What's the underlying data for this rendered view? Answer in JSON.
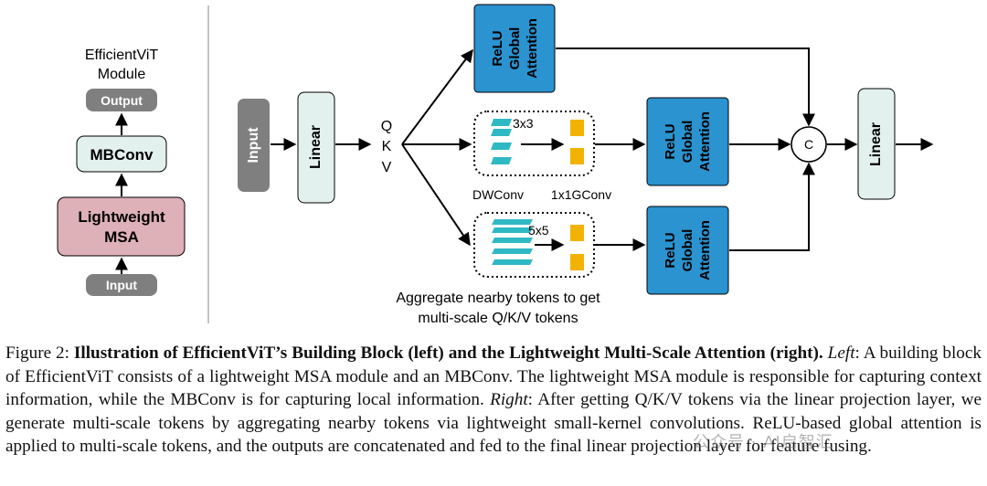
{
  "left_diagram": {
    "title_line1": "EfficientViT",
    "title_line2": "Module",
    "output_label": "Output",
    "mbconv_label": "MBConv",
    "msa_line1": "Lightweight",
    "msa_line2": "MSA",
    "input_label": "Input"
  },
  "right_diagram": {
    "input_label": "Input",
    "linear_label": "Linear",
    "q_label": "Q",
    "k_label": "K",
    "v_label": "V",
    "attention_line1": "ReLU",
    "attention_line2": "Global",
    "attention_line3": "Attention",
    "kernel_3x3": "3x3",
    "kernel_5x5": "5x5",
    "dwconv_label": "DWConv",
    "gconv_label": "1x1GConv",
    "concat_label": "C",
    "final_linear_label": "Linear",
    "aggregate_line1": "Aggregate nearby tokens to get",
    "aggregate_line2": "multi-scale Q/K/V tokens"
  },
  "colors": {
    "gray_box": "#7f7f7f",
    "mbconv_fill": "#e3f1ee",
    "msa_fill": "#deb0b8",
    "attention_fill": "#2a93d0",
    "linear_fill": "#e3f1ee",
    "token_teal": "#2fb9c4",
    "token_gold": "#f2b300"
  },
  "caption": {
    "figure_label": "Figure 2:",
    "bold_title": "Illustration of EfficientViT’s Building Block (left) and the Lightweight Multi-Scale Attention (right).",
    "left_label": "Left",
    "left_text": ": A building block of EfficientViT consists of a lightweight MSA module and an MBConv. The lightweight MSA module is responsible for capturing context information, while the MBConv is for capturing local information.",
    "right_label": "Right",
    "right_text": ": After getting Q/K/V tokens via the linear projection layer, we generate multi-scale tokens by aggregating nearby tokens via lightweight small-kernel convolutions. ReLU-based global attention is applied to multi-scale tokens, and the outputs are concatenated and fed to the final linear projection layer for feature fusing."
  },
  "watermark": "公众号 · AI启智汇"
}
